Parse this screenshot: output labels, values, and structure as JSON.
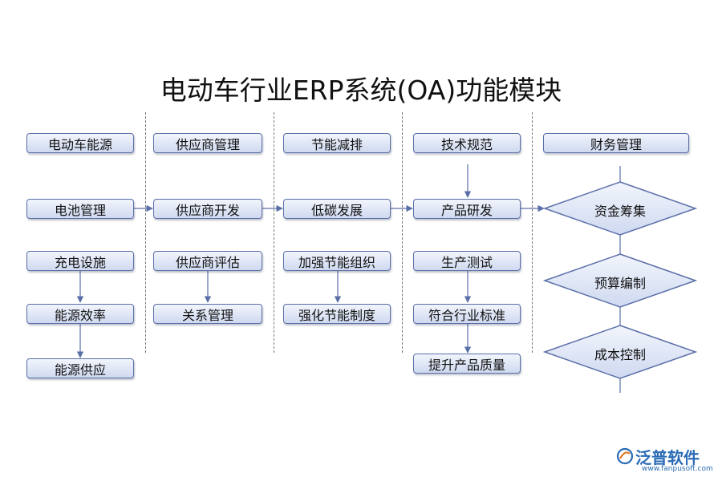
{
  "title": "电动车行业ERP系统(OA)功能模块",
  "columns": [
    {
      "header": "电动车能源",
      "items": [
        "电池管理",
        "充电设施",
        "能源效率",
        "能源供应"
      ]
    },
    {
      "header": "供应商管理",
      "items": [
        "供应商开发",
        "供应商评估",
        "关系管理"
      ]
    },
    {
      "header": "节能减排",
      "items": [
        "低碳发展",
        "加强节能组织",
        "强化节能制度"
      ]
    },
    {
      "header": "技术规范",
      "items": [
        "产品研发",
        "生产测试",
        "符合行业标准",
        "提升产品质量"
      ]
    },
    {
      "header": "财务管理",
      "items": [
        "资金筹集",
        "预算编制",
        "成本控制"
      ]
    }
  ],
  "logo": {
    "name": "泛普软件",
    "url": "www.fanpusoft.com"
  }
}
